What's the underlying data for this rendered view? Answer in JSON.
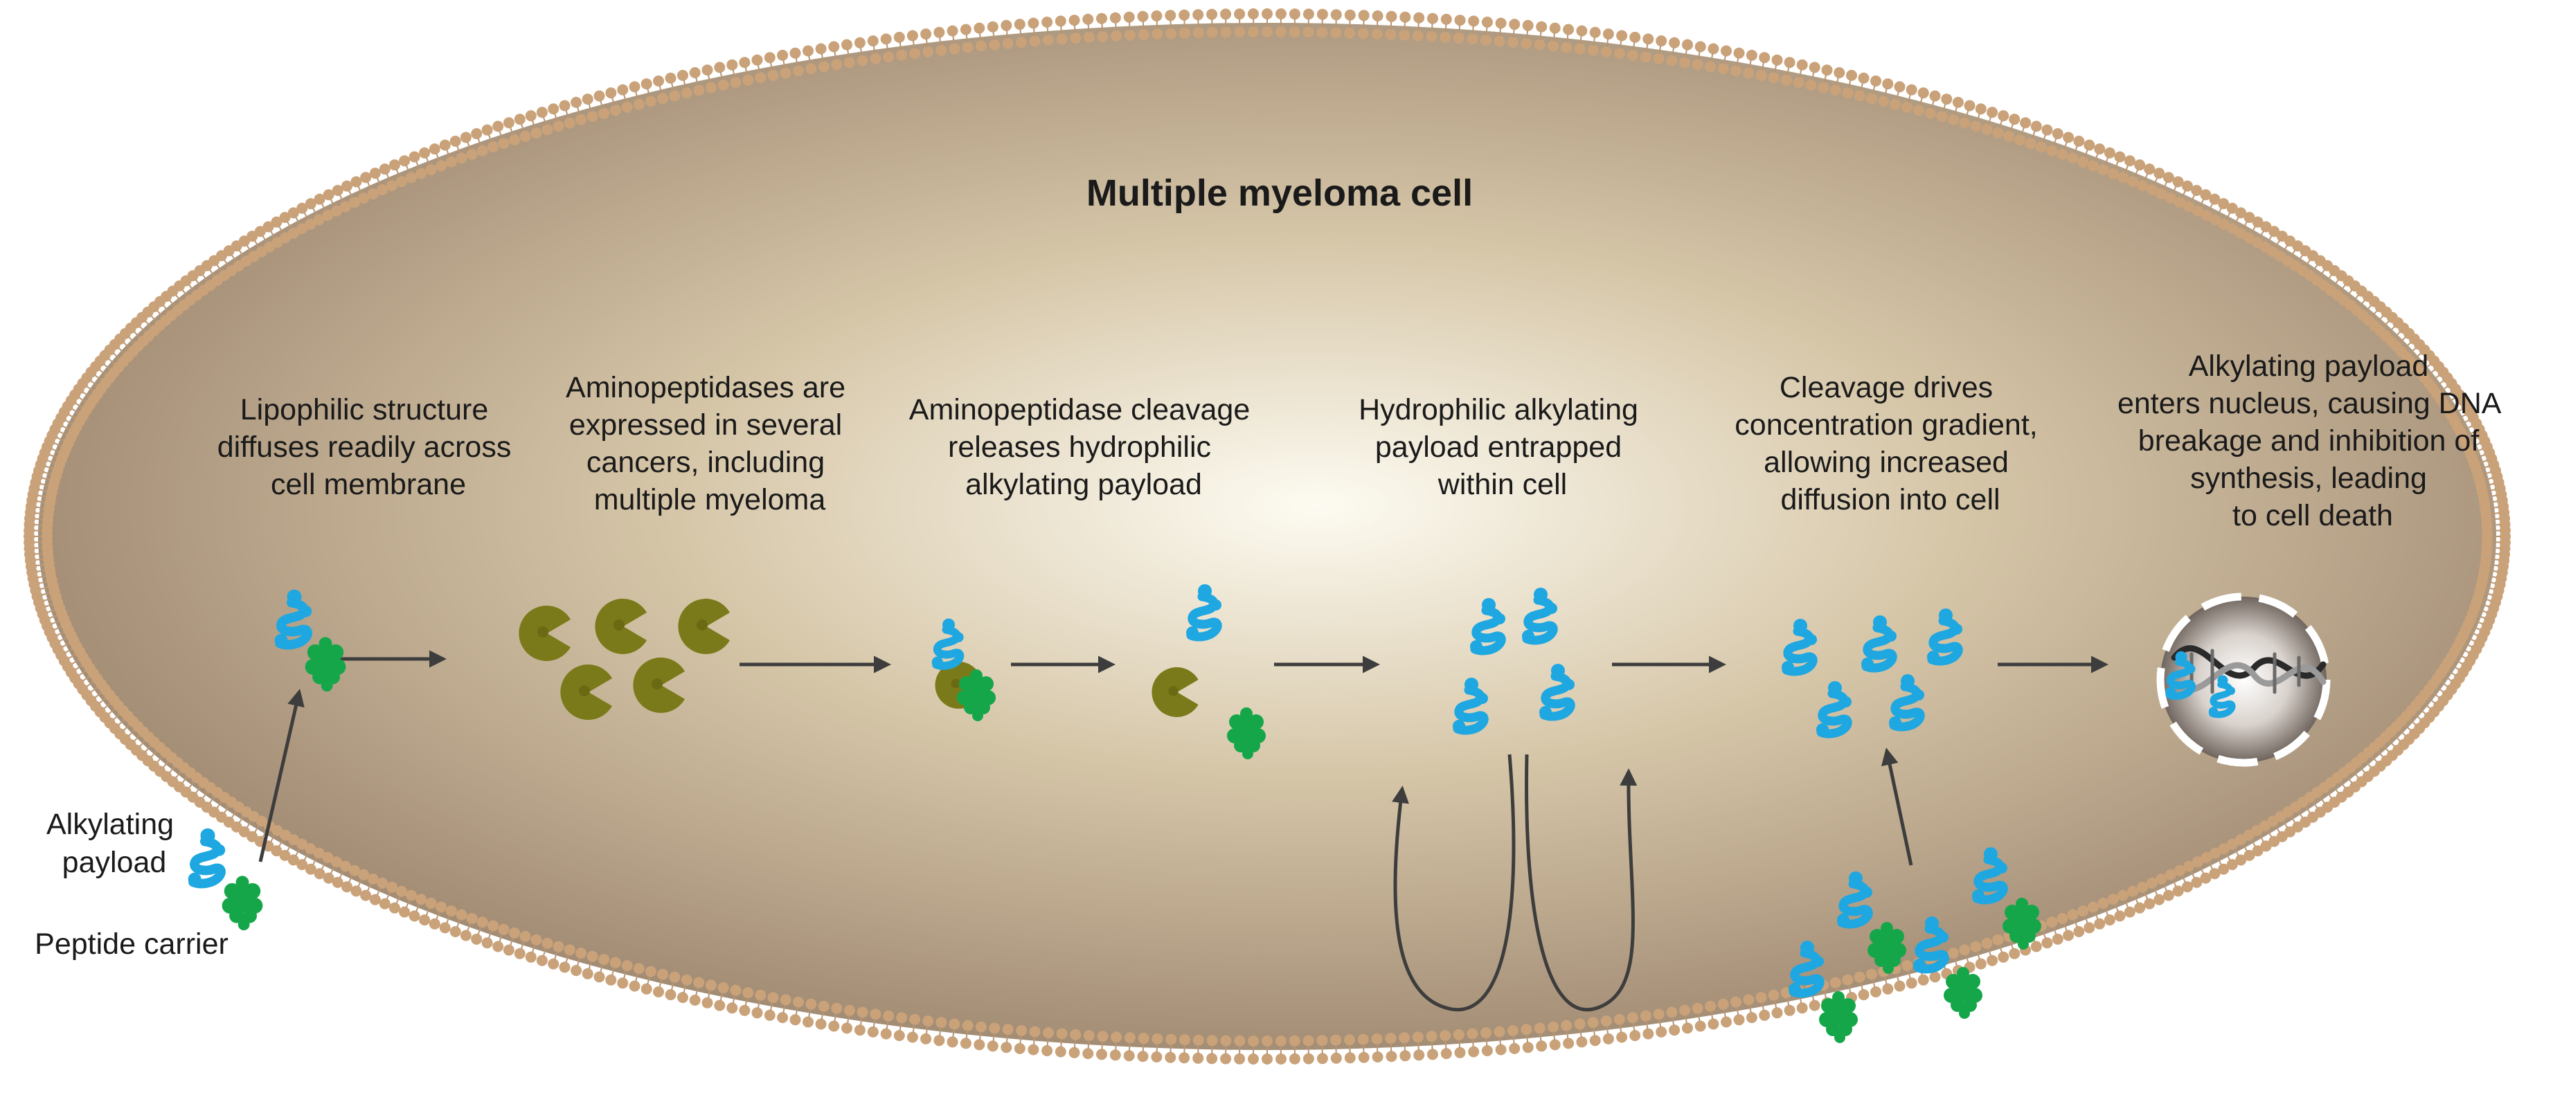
{
  "title": "Multiple myeloma cell",
  "side_labels": {
    "payload": [
      "Alkylating",
      "payload"
    ],
    "carrier": "Peptide carrier"
  },
  "steps": [
    {
      "lines": [
        "Lipophilic structure",
        "diffuses readily across",
        "cell membrane"
      ]
    },
    {
      "lines": [
        "Aminopeptidases are",
        "expressed in several",
        "cancers, including",
        "multiple myeloma"
      ]
    },
    {
      "lines": [
        "Aminopeptidase cleavage",
        "releases hydrophilic",
        "alkylating payload"
      ]
    },
    {
      "lines": [
        "Hydrophilic alkylating",
        "payload entrapped",
        "within cell"
      ]
    },
    {
      "lines": [
        "Cleavage drives",
        "concentration gradient,",
        "allowing increased",
        "diffusion into cell"
      ]
    },
    {
      "lines": [
        "Alkylating payload",
        "enters nucleus,  causing DNA",
        "breakage and inhibition of",
        "synthesis, leading",
        "to cell death"
      ]
    }
  ],
  "colors": {
    "payload": "#1ea7e1",
    "carrier": "#16a64a",
    "enzyme": "#7a7a1a",
    "membrane_bead": "#c9a27a",
    "cytoplasm_center": "#fdfbf1",
    "cytoplasm_edge": "#a7907a",
    "arrow": "#3d3d3d",
    "nucleus": "#ffffff"
  }
}
